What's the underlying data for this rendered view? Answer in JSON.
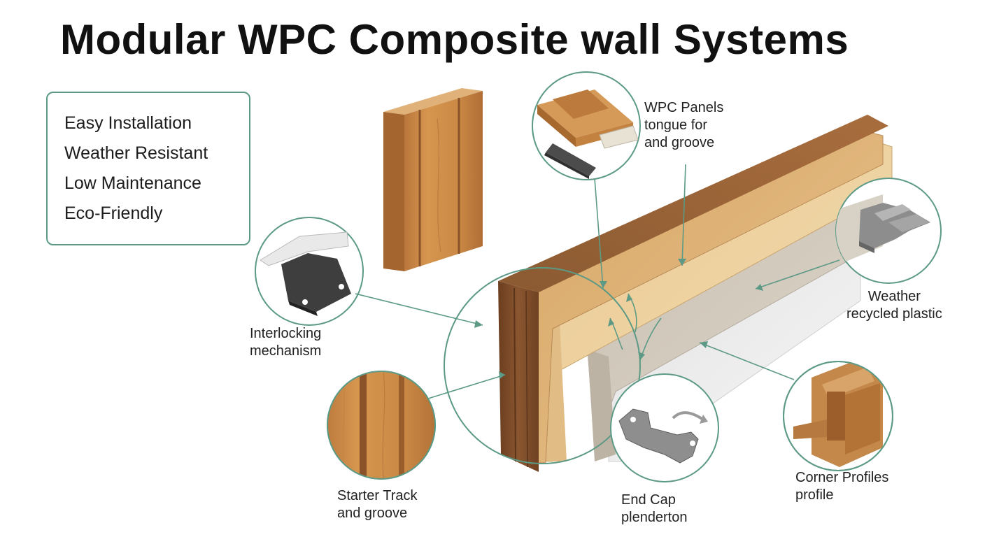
{
  "title": "Modular WPC Composite wall Systems",
  "features": [
    "Easy Installation",
    "Weather Resistant",
    "Low Maintenance",
    "Eco-Friendly"
  ],
  "callouts": {
    "wpc_panels": [
      "WPC Panels",
      "tongue for",
      "and groove"
    ],
    "interlocking": [
      "Interlocking",
      "mechanism"
    ],
    "weather": [
      "Weather",
      "recycled plastic"
    ],
    "starter_track": [
      "Starter Track",
      "and groove"
    ],
    "end_cap": [
      "End Cap",
      "plenderton"
    ],
    "corner_profiles": [
      "Corner Profiles",
      "profile"
    ]
  },
  "colors": {
    "accent": "#5c9a86",
    "wood_dark": "#7a4a26",
    "wood_mid": "#c08a4c",
    "wood_light": "#e2bd86",
    "core": "#cfc7bb",
    "backing": "#eeeeee",
    "metal": "#5a5a5a"
  }
}
